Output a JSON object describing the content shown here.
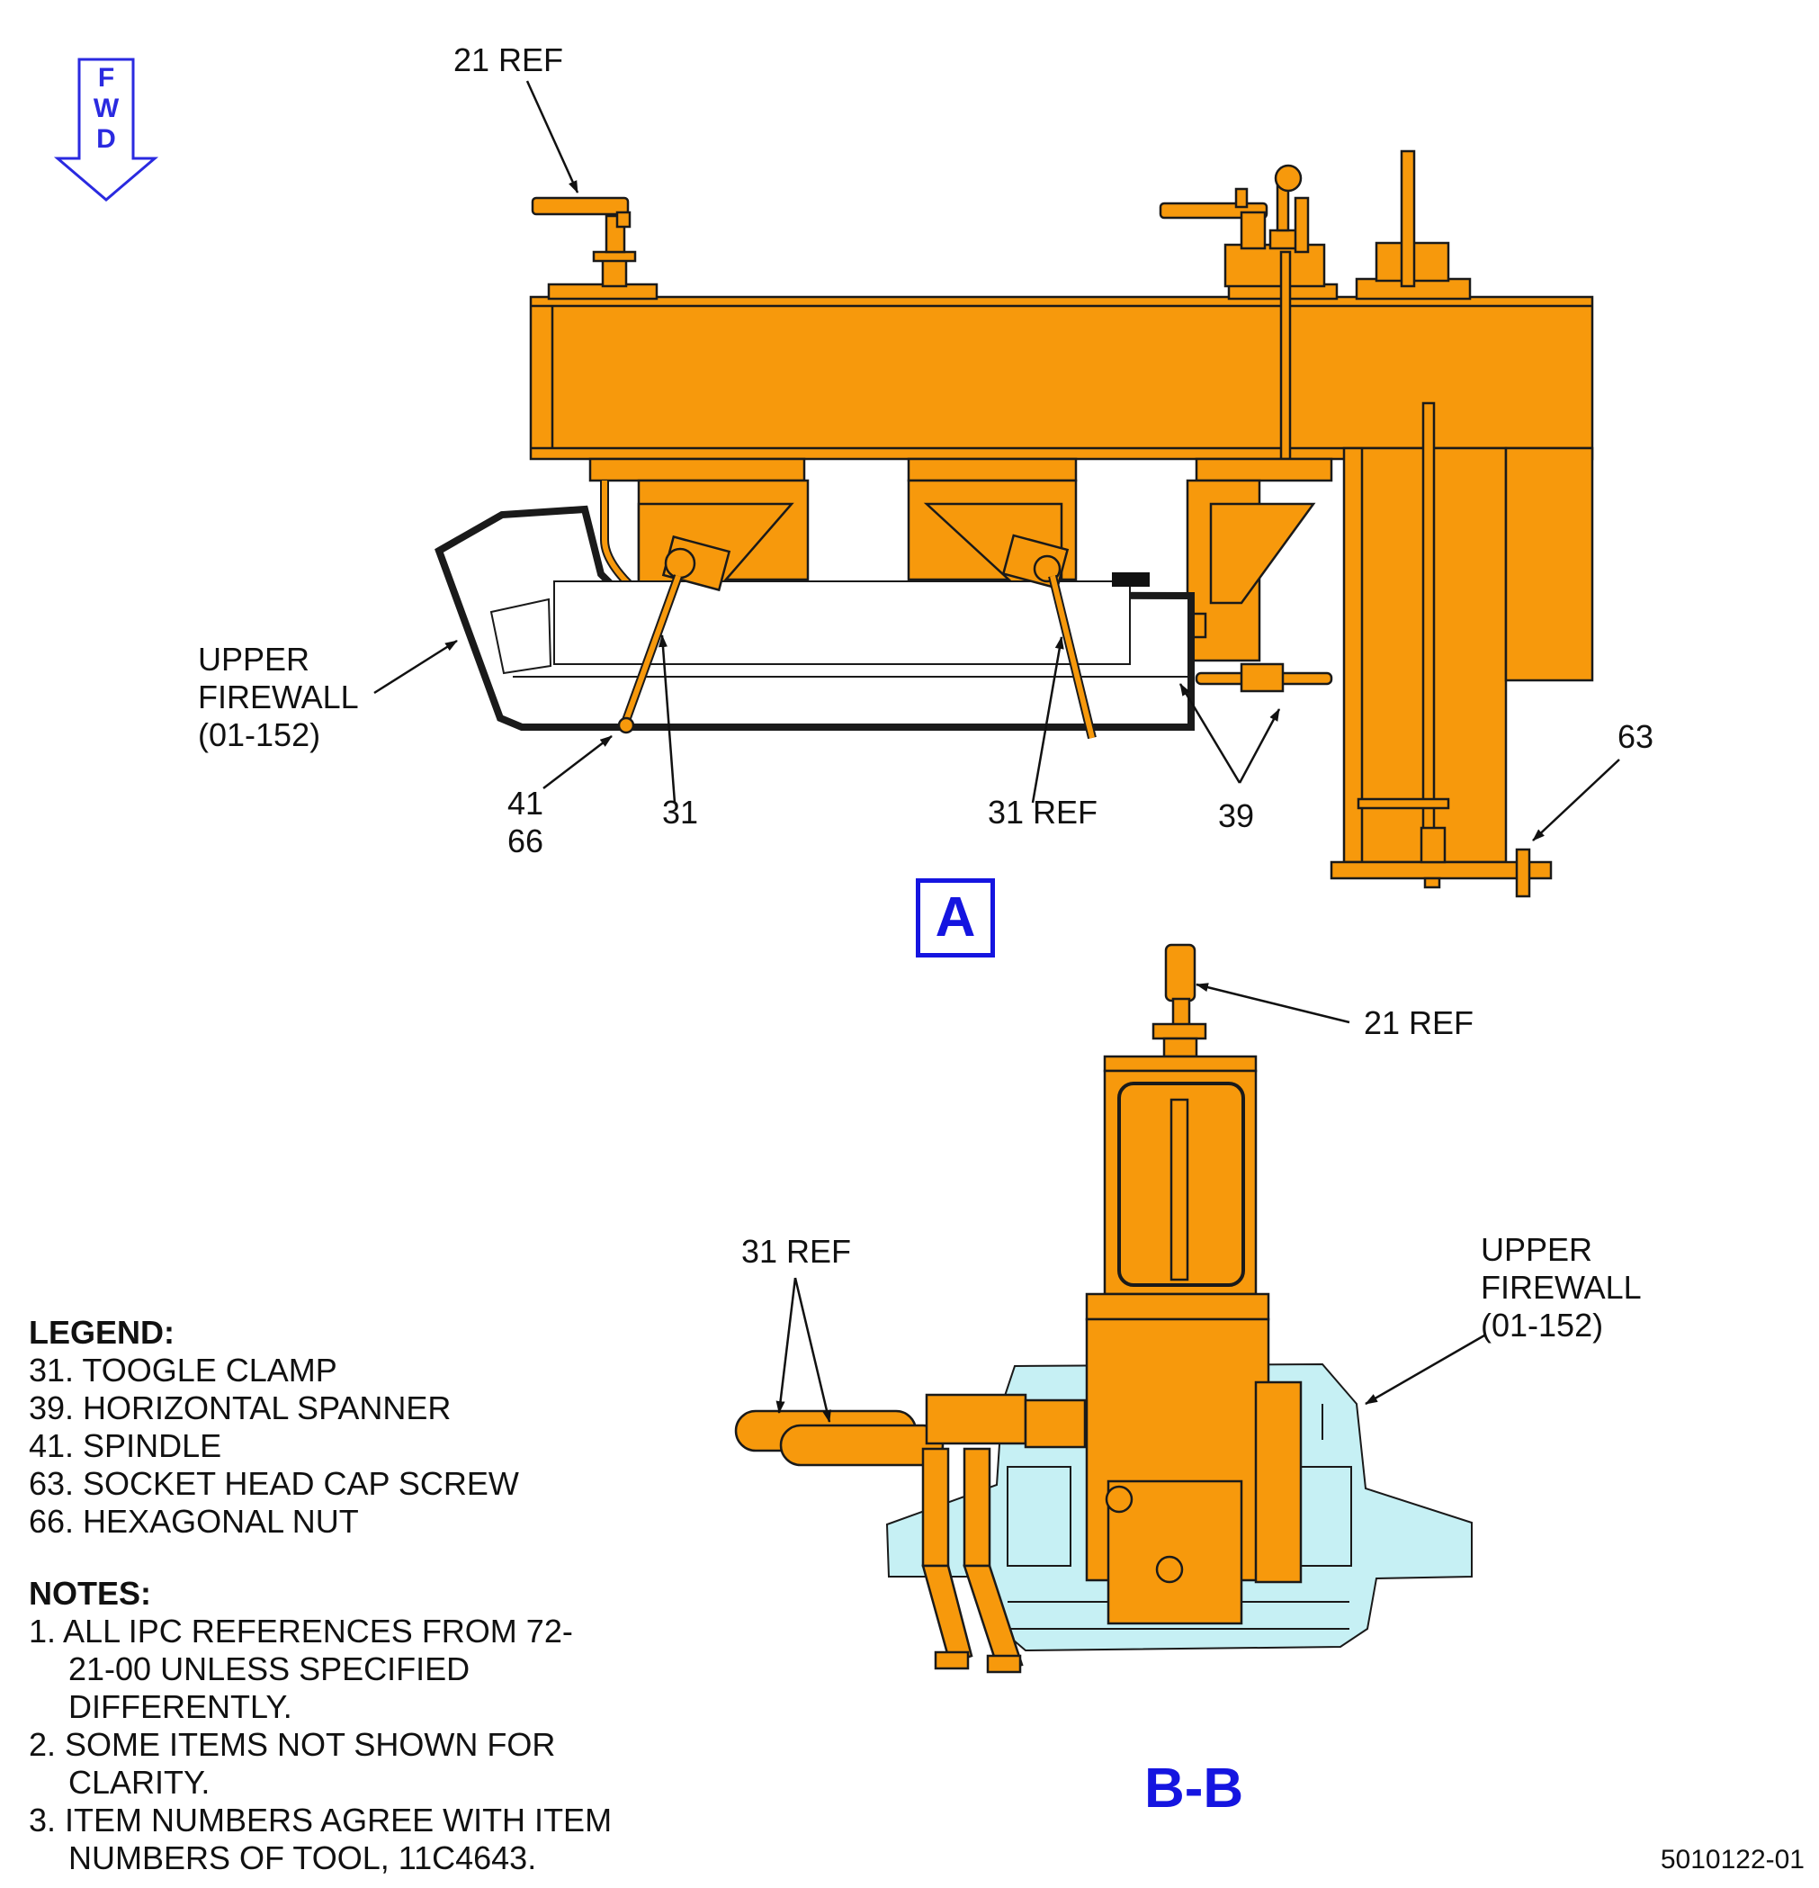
{
  "fwd_indicator": {
    "text": "FWD",
    "icon": "down-arrow-icon"
  },
  "colors": {
    "part": "#f7990c",
    "part_outline": "#1a1a1a",
    "firewall": "#c6f0f4",
    "view_label": "#1515e0"
  },
  "view_a": {
    "label": "A",
    "callouts": {
      "c21_ref": "21 REF",
      "upper_firewall": "UPPER\nFIREWALL\n(01-152)",
      "c41_66": "41\n66",
      "c31": "31",
      "c31_ref": "31 REF",
      "c39": "39",
      "c63": "63"
    }
  },
  "view_bb": {
    "label": "B-B",
    "callouts": {
      "c21_ref": "21 REF",
      "c31_ref": "31 REF",
      "upper_firewall": "UPPER\nFIREWALL\n(01-152)"
    }
  },
  "legend": {
    "title": "LEGEND:",
    "items": [
      "31. TOOGLE CLAMP",
      "39. HORIZONTAL SPANNER",
      "41. SPINDLE",
      "63. SOCKET HEAD CAP SCREW",
      "66. HEXAGONAL NUT"
    ]
  },
  "notes": {
    "title": "NOTES:",
    "items": [
      "1. ALL IPC REFERENCES FROM 72-21-00 UNLESS SPECIFIED DIFFERENTLY.",
      "2. SOME ITEMS NOT SHOWN FOR CLARITY.",
      "3. ITEM NUMBERS AGREE WITH ITEM NUMBERS OF TOOL, 11C4643."
    ]
  },
  "figure_id": "5010122-01"
}
